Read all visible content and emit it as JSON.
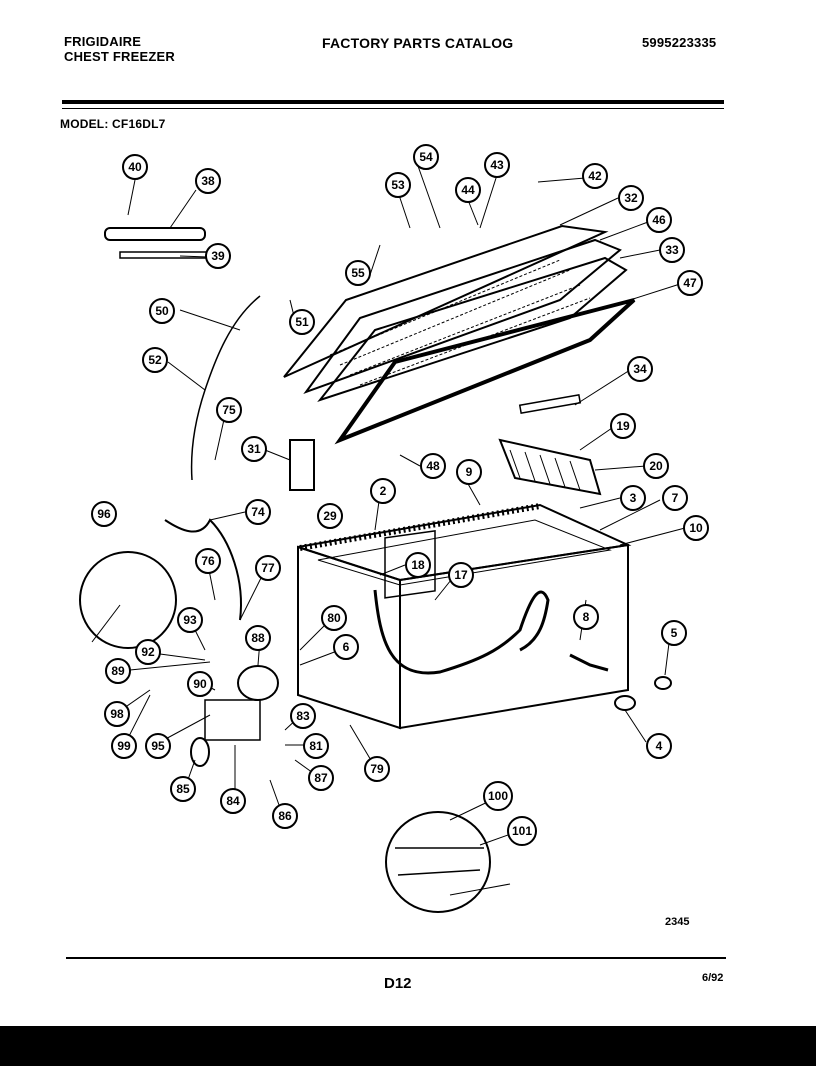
{
  "header": {
    "brand_line1": "FRIGIDAIRE",
    "brand_line2": "CHEST FREEZER",
    "catalog_title": "FACTORY PARTS CATALOG",
    "catalog_number": "5995223335"
  },
  "model_label": "MODEL: CF16DL7",
  "callouts": [
    "40",
    "38",
    "39",
    "53",
    "54",
    "43",
    "44",
    "42",
    "32",
    "46",
    "33",
    "47",
    "55",
    "50",
    "51",
    "52",
    "75",
    "34",
    "19",
    "20",
    "31",
    "29",
    "48",
    "9",
    "2",
    "3",
    "7",
    "10",
    "96",
    "74",
    "76",
    "77",
    "18",
    "17",
    "8",
    "5",
    "93",
    "80",
    "88",
    "6",
    "92",
    "89",
    "90",
    "98",
    "99",
    "95",
    "83",
    "81",
    "79",
    "4",
    "87",
    "85",
    "84",
    "86",
    "100",
    "101"
  ],
  "figure_number": "2345",
  "page_number": "D12",
  "date": "6/92"
}
